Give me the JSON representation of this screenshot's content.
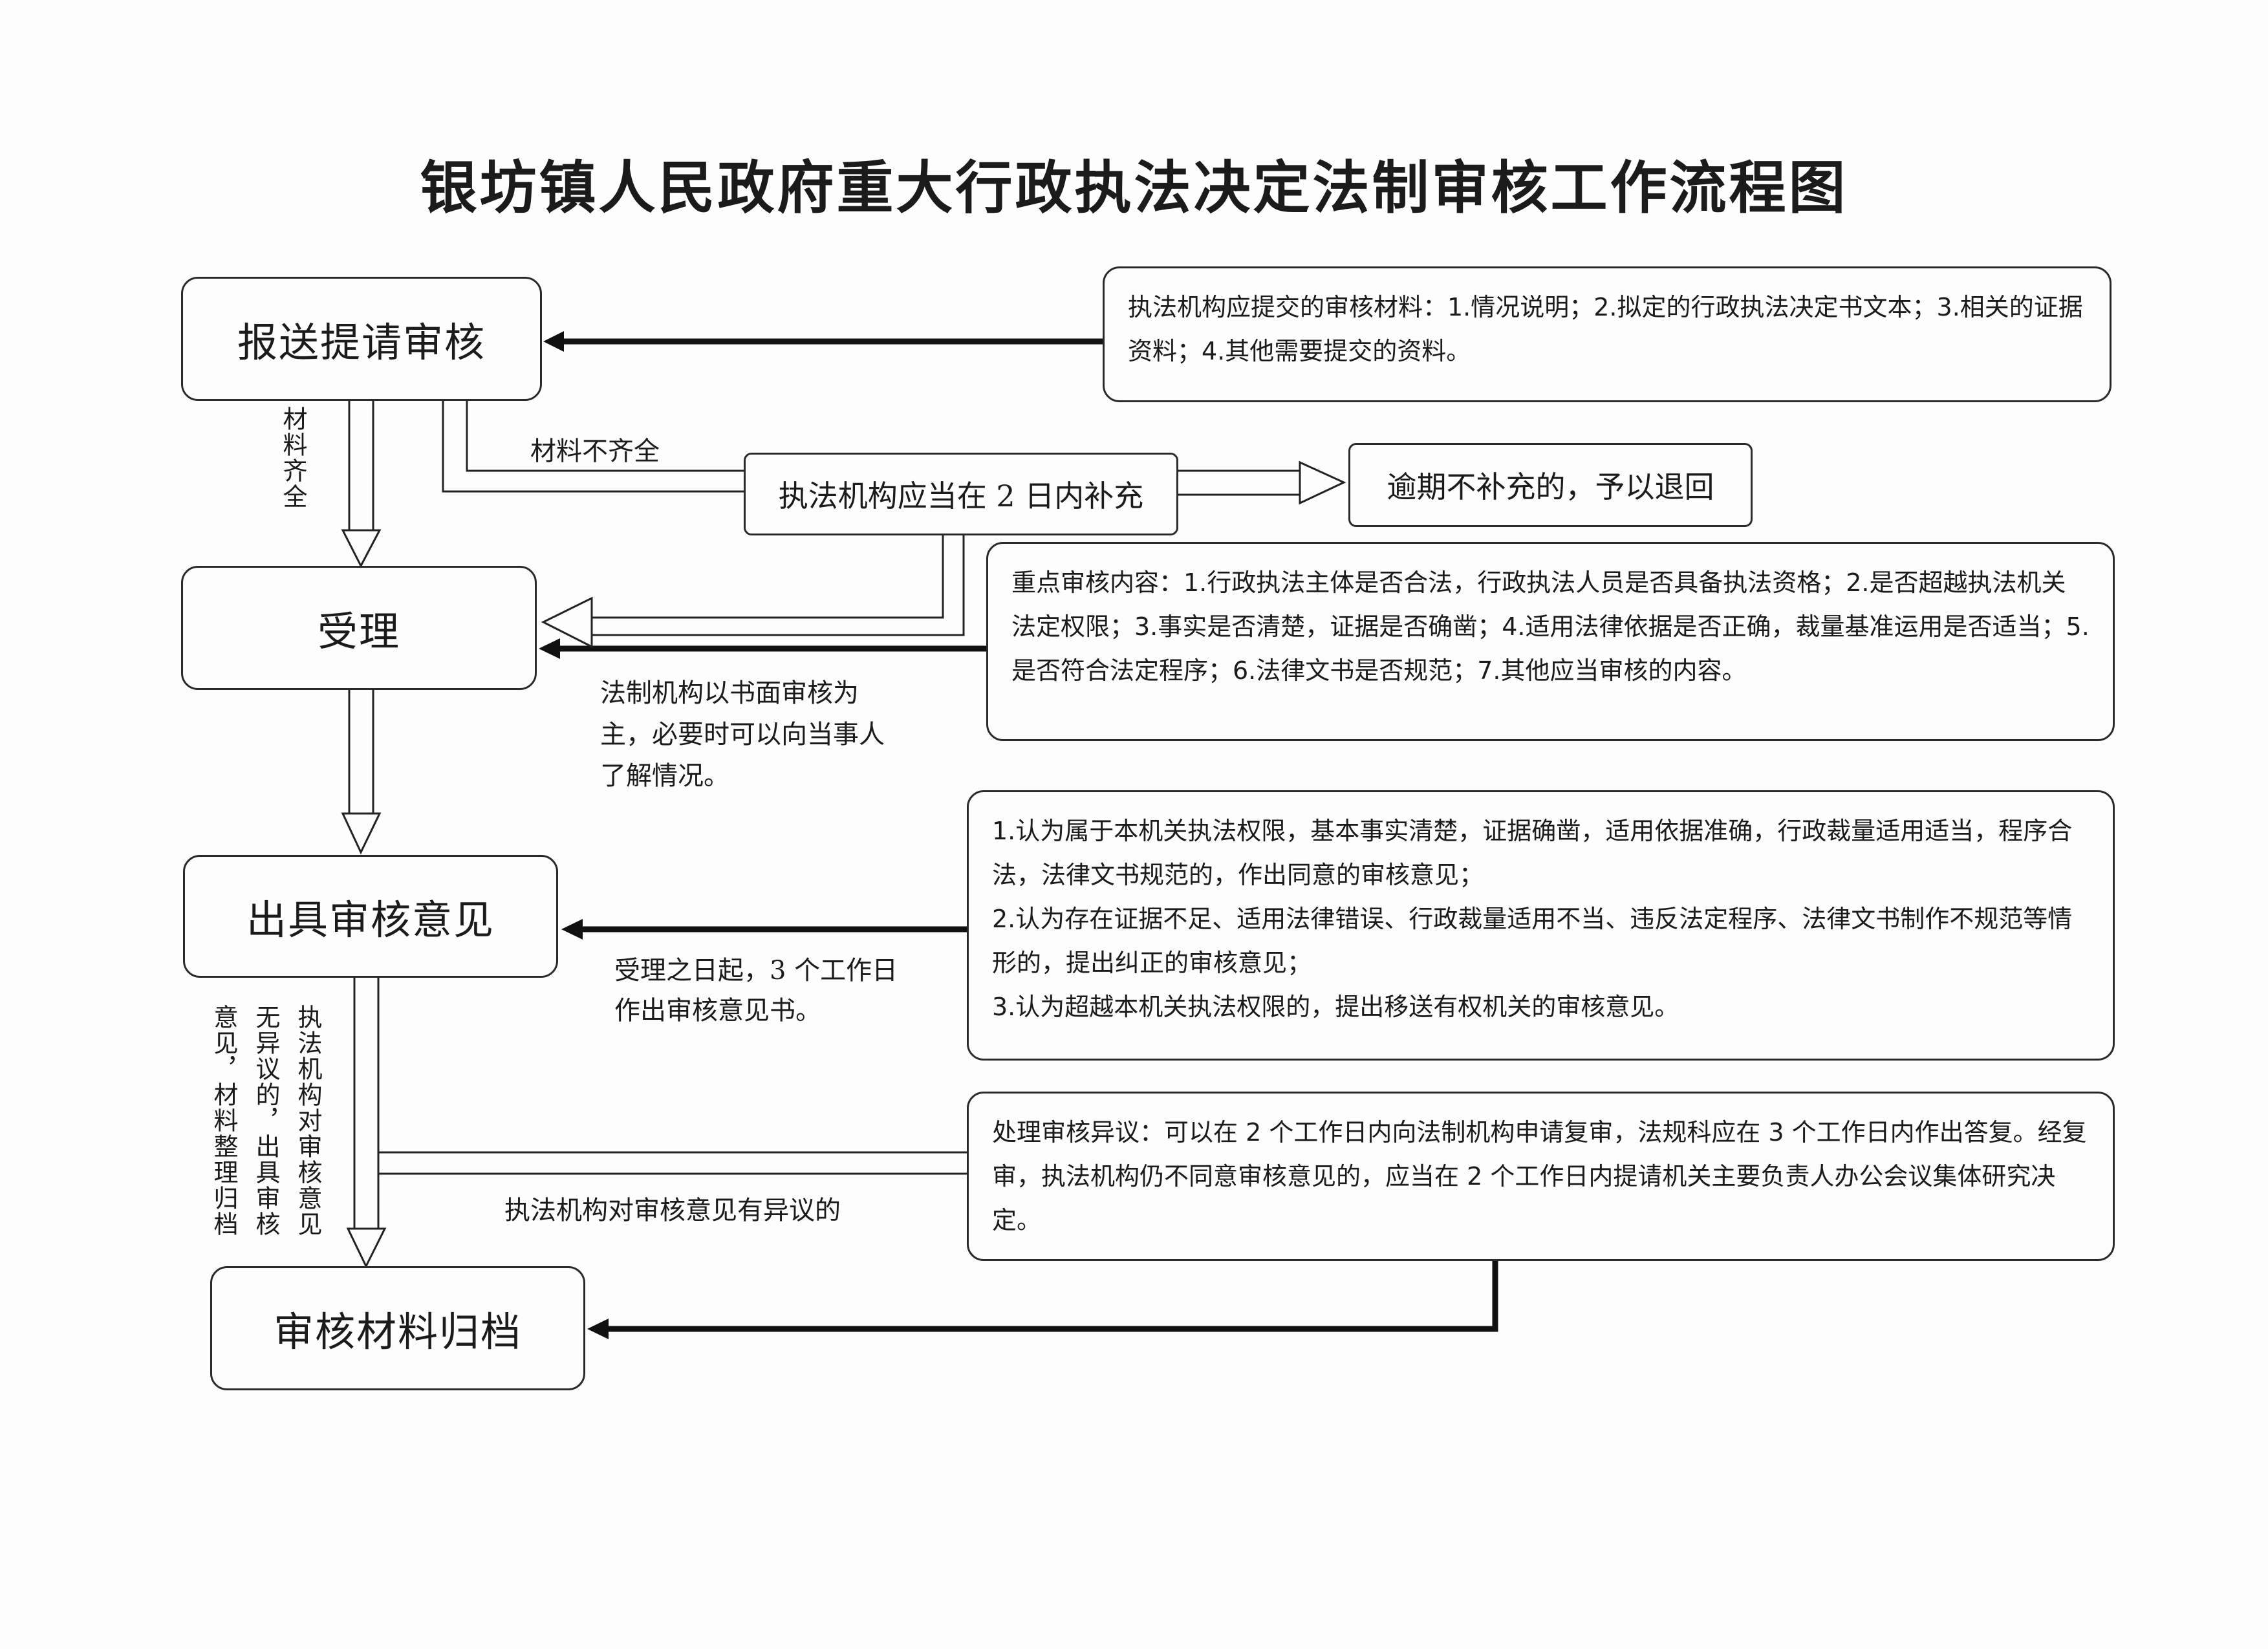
{
  "title": "银坊镇人民政府重大行政执法决定法制审核工作流程图",
  "steps": {
    "submit": "报送提请审核",
    "accept": "受理",
    "opinion": "出具审核意见",
    "archive": "审核材料归档"
  },
  "supplement_box": "执法机构应当在 2 日内补充",
  "return_box": "逾期不补充的，予以退回",
  "notes": {
    "materials": "执法机构应提交的审核材料：1.情况说明；2.拟定的行政执法决定书文本；3.相关的证据资料；4.其他需要提交的资料。",
    "key_review": "重点审核内容：1.行政执法主体是否合法，行政执法人员是否具备执法资格；2.是否超越执法机关法定权限；3.事实是否清楚，证据是否确凿；4.适用法律依据是否正确，裁量基准运用是否适当；5.是否符合法定程序；6.法律文书是否规范；7.其他应当审核的内容。",
    "opinion_lines": [
      "1.认为属于本机关执法权限，基本事实清楚，证据确凿，适用依据准确，行政裁量适用适当，程序合法，法律文书规范的，作出同意的审核意见；",
      "2.认为存在证据不足、适用法律错误、行政裁量适用不当、违反法定程序、法律文书制作不规范等情形的，提出纠正的审核意见；",
      "3.认为超越本机关执法权限的，提出移送有权机关的审核意见。"
    ],
    "objection": "处理审核异议：可以在 2 个工作日内向法制机构申请复审，法规科应在 3 个工作日内作出答复。经复审，执法机构仍不同意审核意见的，应当在 2 个工作日内提请机关主要负责人办公会议集体研究决定。"
  },
  "labels": {
    "materials_complete": "材料齐全",
    "materials_incomplete": "材料不齐全",
    "written_review": "法制机构以书面审核为主，必要时可以向当事人了解情况。",
    "three_days": "受理之日起，3 个工作日作出审核意见书。",
    "no_objection_col1": "执法机构对审核意见",
    "no_objection_col2": "无异议的，出具审核",
    "no_objection_col3": "意见，材料整理归档",
    "has_objection": "执法机构对审核意见有异议的"
  }
}
